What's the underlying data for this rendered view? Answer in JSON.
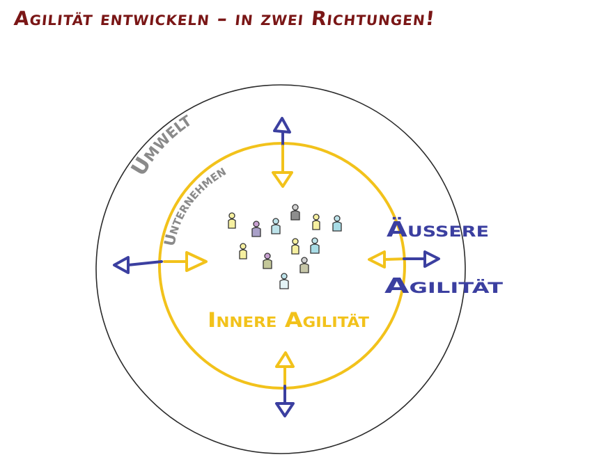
{
  "title": "Agilität entwickeln – in zwei Richtungen!",
  "labels": {
    "umwelt": "Umwelt",
    "unternehmen": "Unternehmen",
    "innere_agilitaet": "Innere Agilität",
    "aeussere_line1": "Äussere",
    "aeussere_line2": "Agilität"
  },
  "colors": {
    "title": "#7a1616",
    "outer_circle": "#2a2a2a",
    "inner_circle": "#f2c21b",
    "blue": "#3b3fa0",
    "gray_text": "#8a8a8a",
    "yellow": "#f2c21b"
  },
  "icons": {
    "people": "person-figure-icon",
    "arrows": "arrow-icon"
  }
}
